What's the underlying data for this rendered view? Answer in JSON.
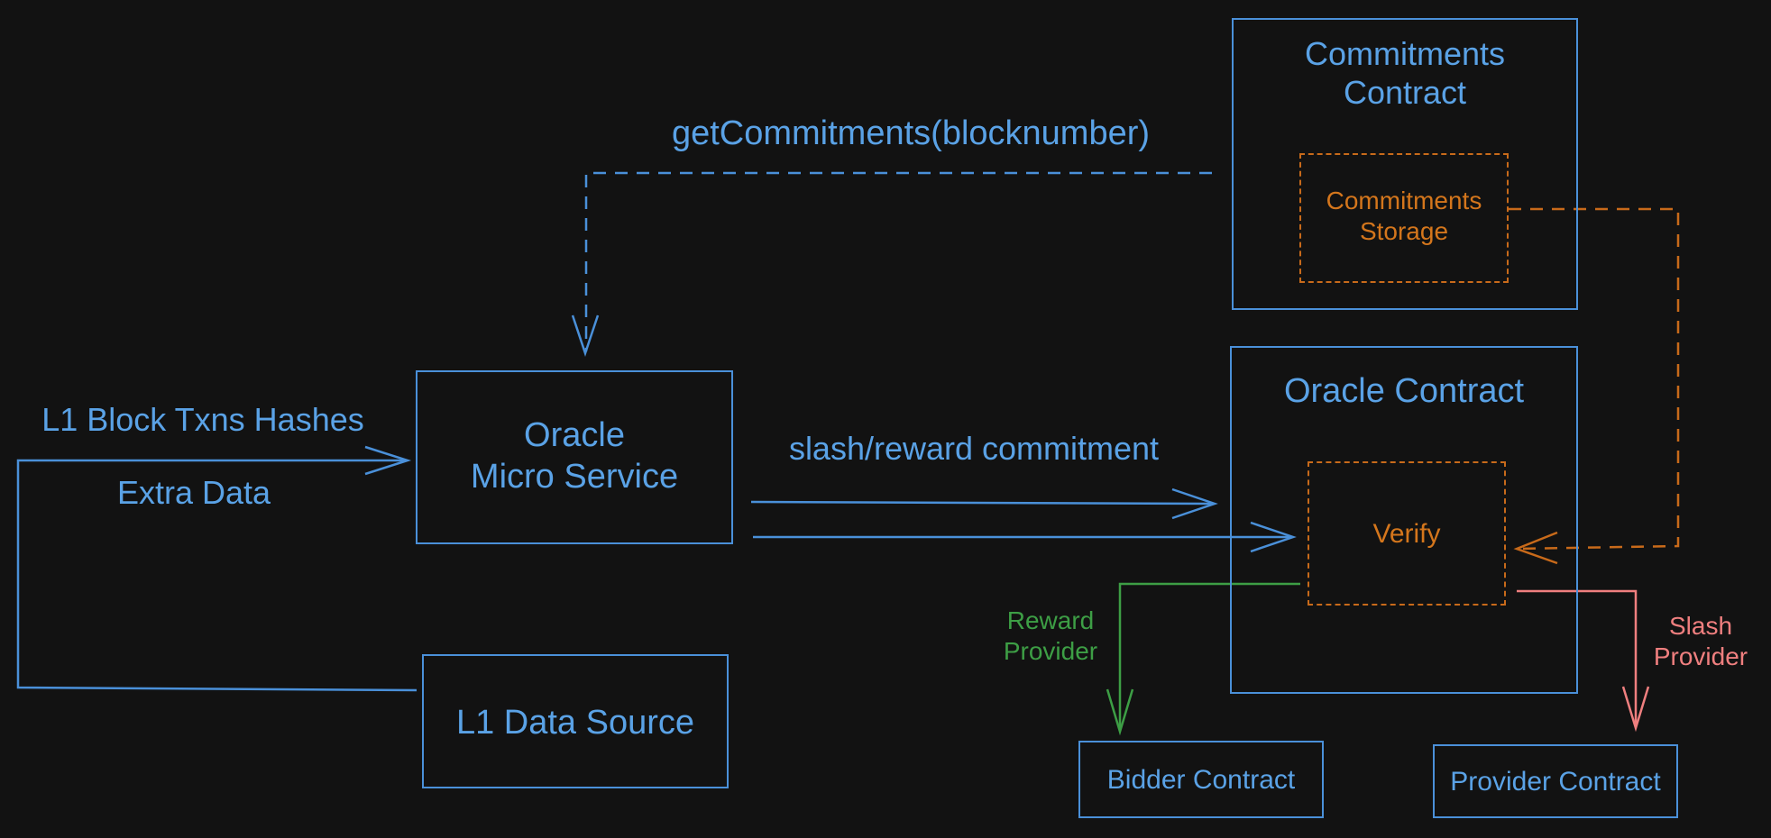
{
  "nodes": {
    "commitments_contract": "Commitments\nContract",
    "commitments_storage": "Commitments\nStorage",
    "oracle_contract": "Oracle Contract",
    "verify": "Verify",
    "oracle_micro_service": "Oracle\nMicro Service",
    "l1_data_source": "L1 Data Source",
    "bidder_contract": "Bidder Contract",
    "provider_contract": "Provider Contract"
  },
  "edge_labels": {
    "get_commitments": "getCommitments(blocknumber)",
    "l1_block_txns_hashes": "L1 Block Txns Hashes",
    "extra_data": "Extra Data",
    "slash_reward_commitment": "slash/reward commitment",
    "reward_provider": "Reward\nProvider",
    "slash_provider": "Slash\nProvider"
  },
  "colors": {
    "background": "#121212",
    "primary": "#4a90d9",
    "storage": "#c86a1a",
    "reward": "#3d9e45",
    "slash": "#ef7f7f"
  }
}
